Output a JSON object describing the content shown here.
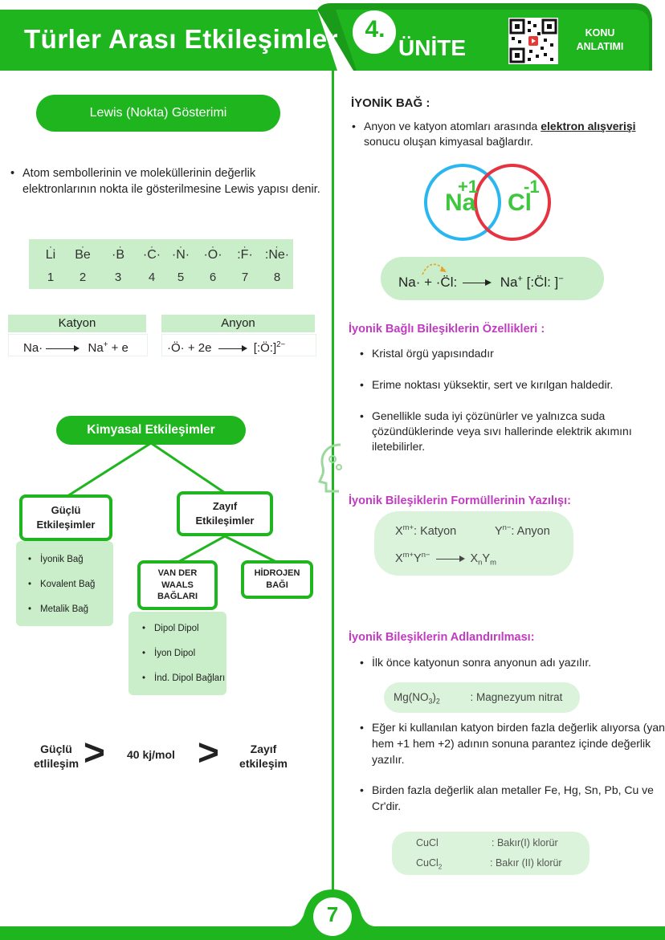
{
  "header": {
    "title": "Türler Arası Etkileşimler",
    "unit_number": "4.",
    "unit_label": "ÜNİTE",
    "konu_line1": "KONU",
    "konu_line2": "ANLATIMI",
    "colors": {
      "green": "#1fb51f",
      "dark": "#148a14"
    }
  },
  "left": {
    "lewis_pill": "Lewis (Nokta) Gösterimi",
    "lewis_text": "Atom sembollerinin ve moleküllerinin değerlik elektronlarının nokta ile gösterilmesine Lewis yapısı denir.",
    "lewis_table": {
      "symbols": [
        "Li",
        "Be",
        "B",
        "C",
        "N",
        "O",
        "F",
        "Ne"
      ],
      "numbers": [
        "1",
        "2",
        "3",
        "4",
        "5",
        "6",
        "7",
        "8"
      ]
    },
    "katyon": {
      "header": "Katyon",
      "left": "Na·",
      "right_base": "Na",
      "right_sup": "+",
      "right_tail": " + e"
    },
    "anyon": {
      "header": "Anyon",
      "left": "·Ö· + 2e",
      "right": "[:Ö:]",
      "right_sup": "2−"
    },
    "diagram": {
      "title": "Kimyasal Etkileşimler",
      "strong": "Güçlü Etkileşimler",
      "weak": "Zayıf Etkileşimler",
      "strong_items": [
        "İyonik Bağ",
        "Kovalent Bağ",
        "Metalik Bağ"
      ],
      "vdw": "VAN DER WAALS BAĞLARI",
      "hbond": "HİDROJEN BAĞI",
      "vdw_items": [
        "Dipol Dipol",
        "İyon Dipol",
        "İnd. Dipol Bağları"
      ]
    },
    "compare": {
      "strong": "Güçlü etlileşim",
      "value": "40 kj/mol",
      "weak": "Zayıf etkileşim",
      "sign": ">"
    }
  },
  "right": {
    "ionic_title": "İYONİK BAĞ :",
    "ionic_def_pre": "Anyon ve katyon atomları arasında ",
    "ionic_def_bold": "elektron alışverişi",
    "ionic_def_post": " sonucu oluşan kimyasal bağlardır.",
    "na": {
      "symbol": "Na",
      "charge": "+1"
    },
    "cl": {
      "symbol": "Cl",
      "charge": "-1"
    },
    "equation": {
      "left": "Na· + ·C̈l:",
      "right_base": "Na",
      "right_sup": "+",
      "right_tail": "[:C̈l: ]",
      "right_tail_sup": "−"
    },
    "props_title": "İyonik Bağlı Bileşiklerin Özellikleri :",
    "props": [
      "Kristal örgü yapısındadır",
      "Erime noktası yüksektir, sert ve kırılgan haldedir.",
      "Genellikle suda iyi çözünürler ve yalnızca suda çözündüklerinde veya sıvı hallerinde elektrik akımını iletebilirler."
    ],
    "formula_title": "İyonik Bileşiklerin Formüllerinin Yazılışı:",
    "formula": {
      "katyon": ": Katyon",
      "anyon": ": Anyon"
    },
    "naming_title": "İyonik Bileşiklerin Adlandırılması:",
    "naming_items": [
      "İlk önce katyonun sonra anyonun adı yazılır.",
      "Eğer ki kullanılan katyon birden fazla değerlik alıyorsa (yani hem +1 hem +2) adının sonuna parantez içinde değerlik yazılır.",
      "Birden fazla değerlik alan metaller Fe, Hg, Sn, Pb, Cu ve Cr'dir."
    ],
    "mg_name": ": Magnezyum nitrat",
    "cu_rows": [
      {
        "name": ": Bakır(I) klorür"
      },
      {
        "name": ": Bakır (II) klorür"
      }
    ]
  },
  "footer": {
    "page": "7"
  }
}
